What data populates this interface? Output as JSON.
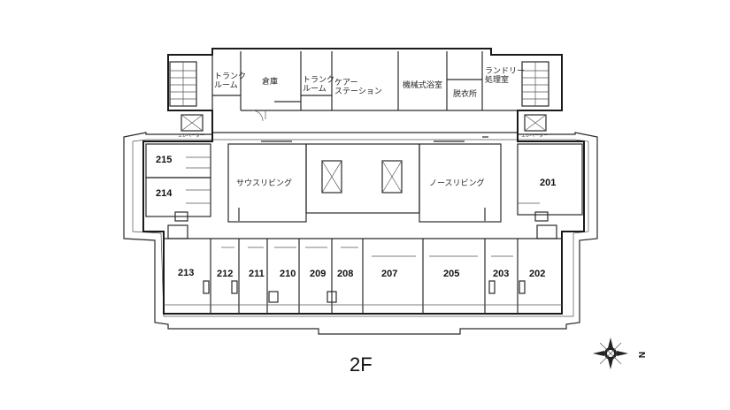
{
  "floor_label": "2F",
  "compass": {
    "letter": "N"
  },
  "rooms": {
    "trunk_room_left": "トランク\nルーム",
    "storage": "倉庫",
    "trunk_room_center": "トランク\nルーム",
    "care_station": "ケアー\nステーション",
    "machine_bath": "機械式浴室",
    "laundry": "ランドリー\n処理室",
    "dressing": "脱衣所",
    "south_living": "サウスリビング",
    "north_living": "ノースリビング",
    "elevator_left": "エレベーター",
    "elevator_right": "エレベーター"
  },
  "units": {
    "r215": "215",
    "r214": "214",
    "r213": "213",
    "r212": "212",
    "r211": "211",
    "r210": "210",
    "r209": "209",
    "r208": "208",
    "r207": "207",
    "r205": "205",
    "r203": "203",
    "r202": "202",
    "r201": "201"
  }
}
